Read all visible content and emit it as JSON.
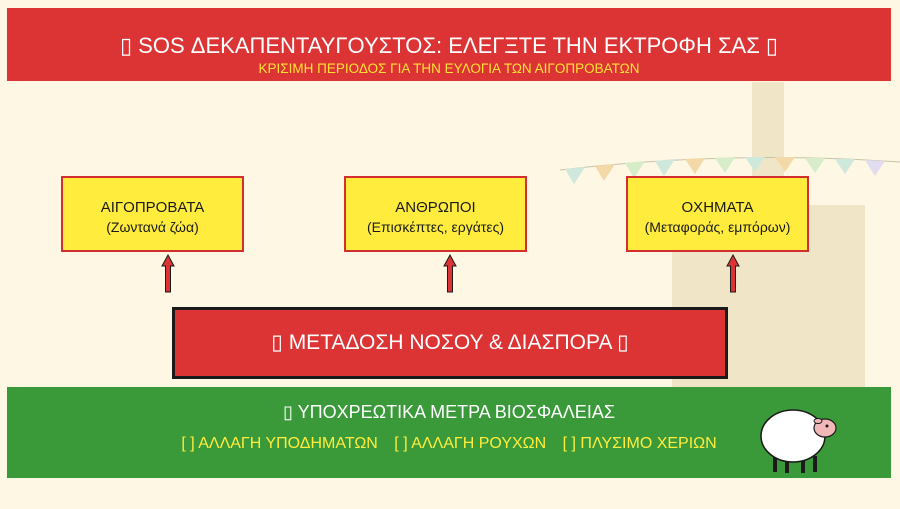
{
  "header": {
    "title": "▯ SOS ΔΕΚΑΠΕΝΤΑΥΓΟΥΣΤΟΣ: ΕΛΕΓΞΤΕ ΤΗΝ ΕΚΤΡΟΦΗ ΣΑΣ ▯",
    "subtitle": "ΚΡΙΣΙΜΗ ΠΕΡΙΟΔΟΣ ΓΙΑ ΤΗΝ ΕΥΛΟΓΙΑ ΤΩΝ ΑΙΓΟΠΡΟΒΑΤΩΝ"
  },
  "sources": [
    {
      "title": "ΑΙΓΟΠΡΟΒΑΤΑ",
      "detail": "(Ζωντανά ζώα)"
    },
    {
      "title": "ΑΝΘΡΩΠΟΙ",
      "detail": "(Επισκέπτες, εργάτες)"
    },
    {
      "title": "ΟΧΗΜΑΤΑ",
      "detail": "(Μεταφοράς, εμπόρων)"
    }
  ],
  "center": {
    "label": "▯ ΜΕΤΑΔΟΣΗ ΝΟΣΟΥ & ΔΙΑΣΠΟΡΑ ▯"
  },
  "footer": {
    "title": "▯ ΥΠΟΧΡΕΩΤΙΚΑ ΜΕΤΡΑ ΒΙΟΣΦΑΛΕΙΑΣ",
    "measures": [
      "[ ] ΑΛΛΑΓΗ ΥΠΟΔΗΜΑΤΩΝ",
      "[ ] ΑΛΛΑΓΗ ΡΟΥΧΩΝ",
      "[ ] ΠΛΥΣΙΜΟ ΧΕΡΙΩΝ"
    ]
  },
  "colors": {
    "red": "#dc3434",
    "yellow": "#ffec3d",
    "green": "#3a9a3a",
    "background": "#fdf7e3"
  },
  "icons": [
    "arrow-up-icon",
    "sheep-icon",
    "bunting-flags"
  ]
}
